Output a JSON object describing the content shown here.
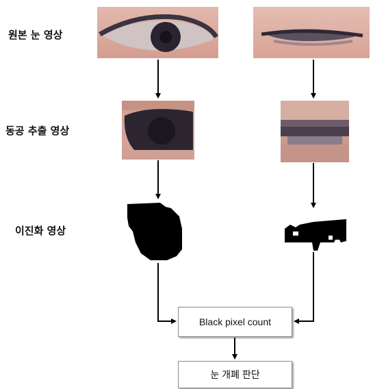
{
  "labels": {
    "original_eye": "원본 눈 영상",
    "pupil_extract": "동공 추출 영상",
    "binarized": "이진화 영상"
  },
  "boxes": {
    "black_pixel_count": "Black pixel count",
    "eye_open_close": "눈 개폐 판단"
  },
  "colors": {
    "skin": "#d7a89c",
    "skin_light": "#e7c4bb",
    "iris": "#2a2430",
    "lash": "#3b3340",
    "arrow": "#000000",
    "box_border": "#8a8a8a"
  }
}
